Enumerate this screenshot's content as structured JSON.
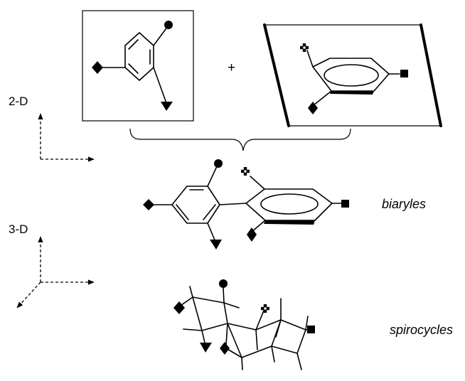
{
  "axes": {
    "two_d_label": "2-D",
    "three_d_label": "3-D"
  },
  "operators": {
    "plus": "+"
  },
  "labels": {
    "biaryles": "biaryles",
    "spirocycles": "spirocycles"
  },
  "icons": {
    "substituent_shapes": [
      "black-circle",
      "black-diamond",
      "black-triangle-down",
      "black-square",
      "four-dot-cluster"
    ]
  }
}
